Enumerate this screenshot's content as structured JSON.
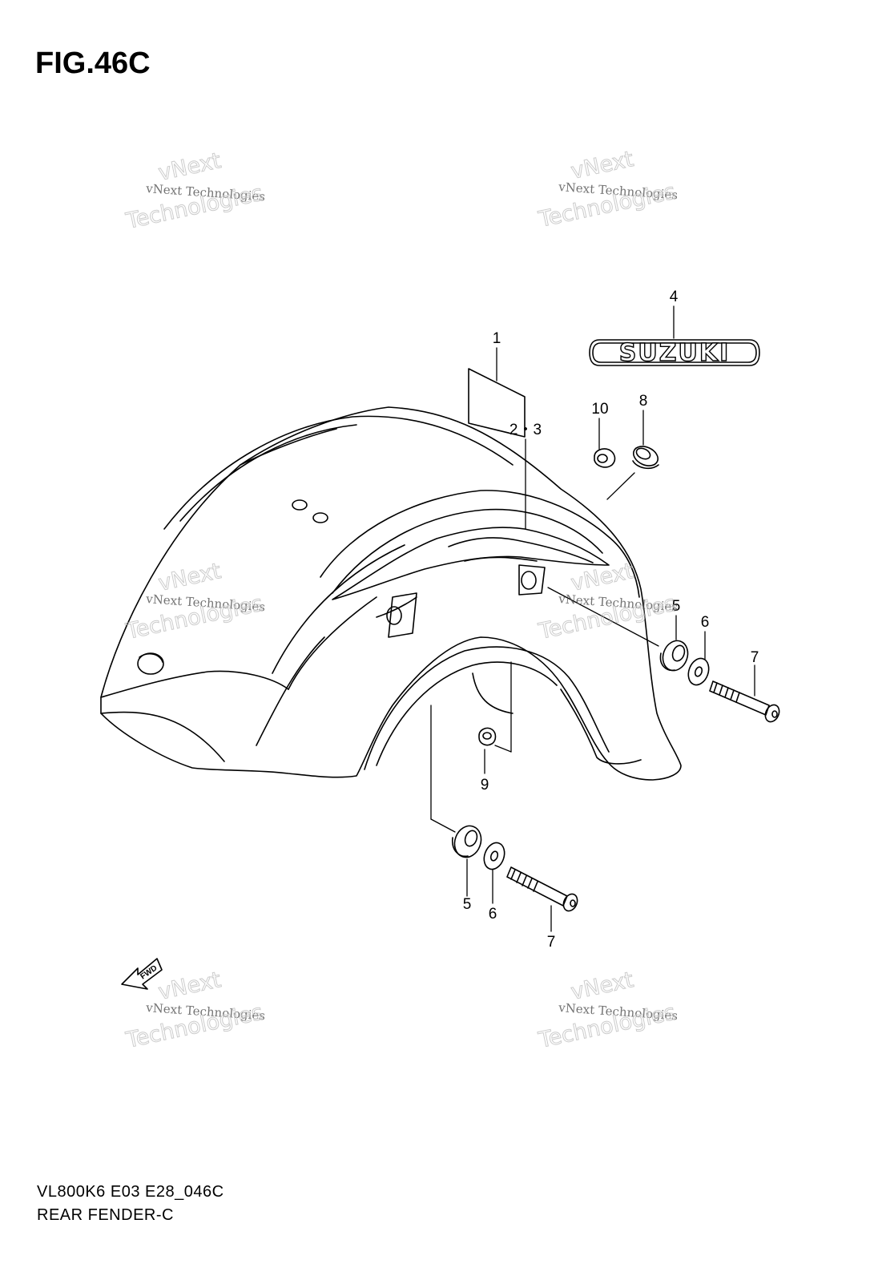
{
  "figure": {
    "title": "FIG.46C",
    "model_code": "VL800K6 E03 E28_046C",
    "part_name": "REAR FENDER-C"
  },
  "emblem": {
    "text": "SUZUKI"
  },
  "direction": {
    "label": "FWD"
  },
  "watermark": {
    "line1": "vNext Technologies",
    "line2": "vNext",
    "line3": "Technologies"
  },
  "callouts": [
    {
      "id": "c1",
      "label": "1"
    },
    {
      "id": "c23",
      "label": "2・3"
    },
    {
      "id": "c4",
      "label": "4"
    },
    {
      "id": "c10",
      "label": "10"
    },
    {
      "id": "c8",
      "label": "8"
    },
    {
      "id": "c5a",
      "label": "5"
    },
    {
      "id": "c6a",
      "label": "6"
    },
    {
      "id": "c7a",
      "label": "7"
    },
    {
      "id": "c9",
      "label": "9"
    },
    {
      "id": "c5b",
      "label": "5"
    },
    {
      "id": "c6b",
      "label": "6"
    },
    {
      "id": "c7b",
      "label": "7"
    }
  ]
}
